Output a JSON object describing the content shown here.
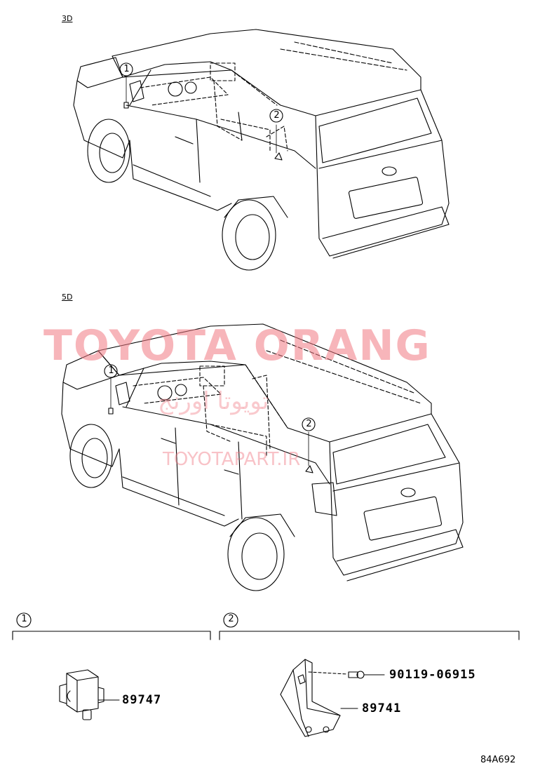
{
  "variants": {
    "three_door": "3D",
    "five_door": "5D"
  },
  "callouts": {
    "c1": "1",
    "c2": "2"
  },
  "parts": {
    "sensor_part_no": "89747",
    "bracket_part_no": "89741",
    "bolt_part_no": "90119-06915"
  },
  "watermark": {
    "main": "TOYOTA ORANG",
    "arabic": "تويوتا اورنج",
    "site": "TOYOTAPART.IR"
  },
  "diagram_code": "84A692",
  "line_color": "#000000",
  "watermark_color": "#f07882"
}
